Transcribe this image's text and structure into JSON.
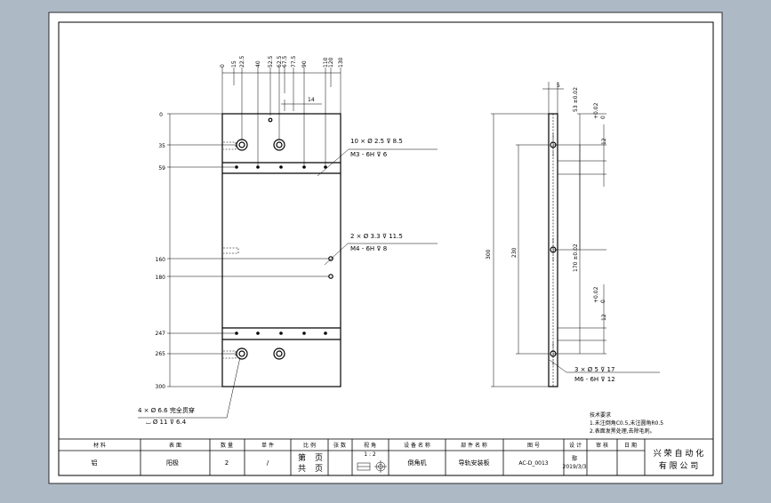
{
  "drawing": {
    "dims_top": [
      "0",
      "15",
      "22.5",
      "40",
      "52.5",
      "62.5",
      "67.5",
      "77.5",
      "90",
      "110",
      "120",
      "130"
    ],
    "dim_14": "14",
    "dims_left": [
      "0",
      "35",
      "59",
      "160",
      "180",
      "247",
      "265",
      "300"
    ],
    "note_holes_top_line1": "10 × Ø 2.5  ⊽ 8.5",
    "note_holes_top_line2": "M3 - 6H  ⊽ 6",
    "note_holes_mid_line1": "2 × Ø 3.3  ⊽ 11.5",
    "note_holes_mid_line2": "M4 - 6H  ⊽ 8",
    "note_holes_bot_line1": "4 × Ø 6.6  完全贯穿",
    "note_holes_bot_line2": "⌴ Ø 11  ⊽ 6.4",
    "side_dim_5": "5",
    "side_dim_53": "53 ±0.02",
    "side_tol1_a": "+0.02",
    "side_tol1_b": "0",
    "side_dim_12a": "12",
    "side_dim_300": "300",
    "side_dim_230": "230",
    "side_dim_170": "170 ±0.02",
    "side_tol2_a": "+0.02",
    "side_tol2_b": "0",
    "side_dim_12b": "12",
    "note_side_line1": "3 × Ø 5  ⊽ 17",
    "note_side_line2": "M6 - 6H  ⊽ 12",
    "tech_req_title": "技术要求",
    "tech_req_1": "1.未注倒角C0.5,未注圆角R0.5",
    "tech_req_2": "2.表面发黑处理,去除毛刺。"
  },
  "title_block": {
    "headers": [
      "材 料",
      "表 面",
      "数 量",
      "单 件",
      "比 例",
      "张 数",
      "视 角",
      "设 备 名 称",
      "部 件 名 称",
      "图 号",
      "设 计",
      "审 核",
      "日 期"
    ],
    "material": "铝",
    "surface": "阳极",
    "quantity": "2",
    "unit_weight": "/",
    "page_di": "第",
    "page_ye": "页",
    "page_gong": "共",
    "page_ye2": "页",
    "scale": "1 : 2",
    "equipment": "倒角机",
    "part_name": "导轨安装板",
    "drawing_no": "AC-D_0013",
    "designer": "鄢",
    "date": "2019/3/3",
    "company_line1": "兴 荣 自 动 化",
    "company_line2": "有 限 公 司"
  }
}
